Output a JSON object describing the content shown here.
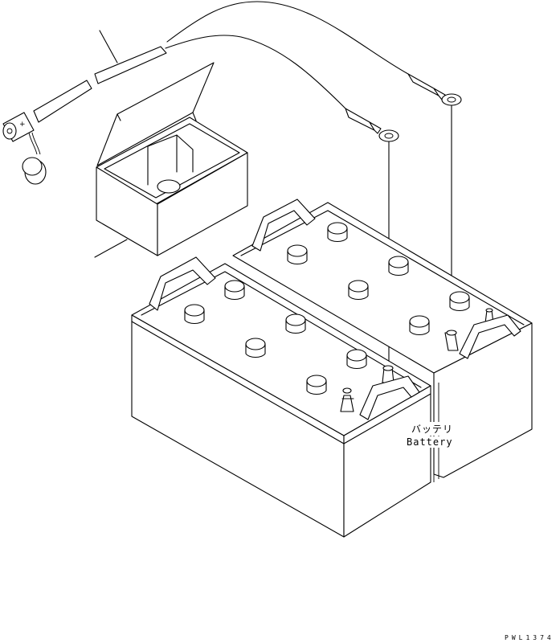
{
  "label_jp": "バッテリ",
  "label_en": "Battery",
  "drawing_code": "PWL1374"
}
